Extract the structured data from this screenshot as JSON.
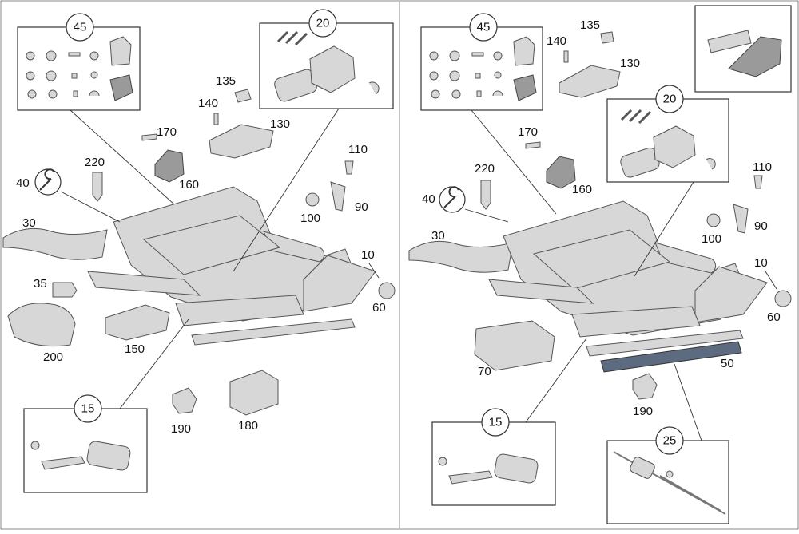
{
  "left_panel": {
    "labels": {
      "p10": "10",
      "p15": "15",
      "p20": "20",
      "p30": "30",
      "p35": "35",
      "p40": "40",
      "p45": "45",
      "p60": "60",
      "p90": "90",
      "p100": "100",
      "p110": "110",
      "p130": "130",
      "p135": "135",
      "p140": "140",
      "p150": "150",
      "p160": "160",
      "p170": "170",
      "p180": "180",
      "p190": "190",
      "p200": "200",
      "p220": "220"
    }
  },
  "right_panel": {
    "labels": {
      "p10": "10",
      "p15": "15",
      "p20": "20",
      "p25": "25",
      "p30": "30",
      "p40": "40",
      "p45": "45",
      "p50": "50",
      "p60": "60",
      "p70": "70",
      "p90": "90",
      "p100": "100",
      "p110": "110",
      "p130": "130",
      "p135": "135",
      "p140": "140",
      "p160": "160",
      "p170": "170",
      "p190": "190",
      "p220": "220"
    }
  },
  "colors": {
    "line": "#333333",
    "part": "#d7d7d7",
    "part_dark": "#9a9a9a",
    "rail_blue": "#5d6b80"
  }
}
